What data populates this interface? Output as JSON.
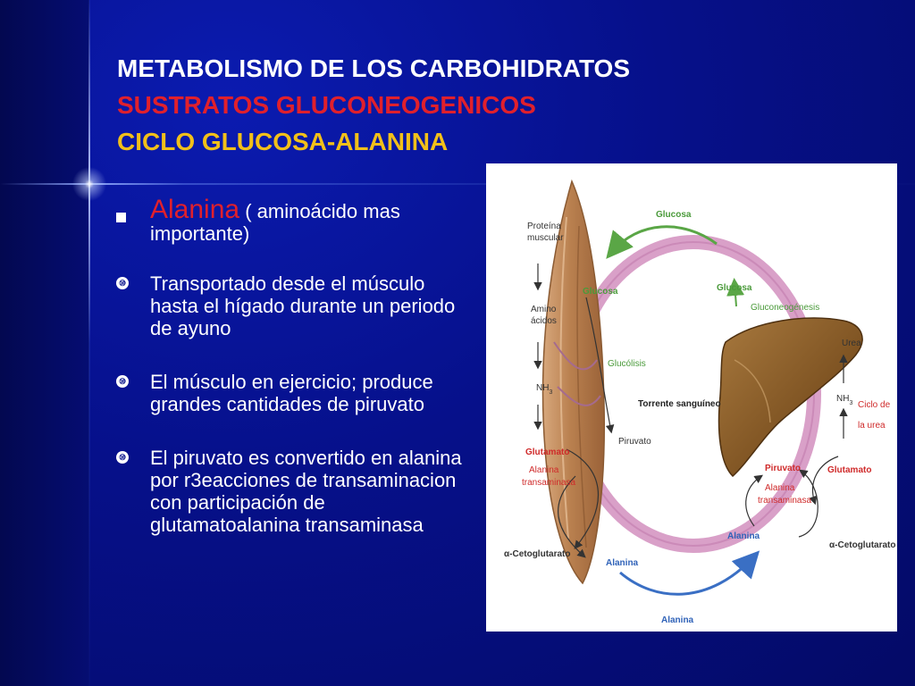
{
  "slide": {
    "title_line1": "METABOLISMO DE LOS CARBOHIDRATOS",
    "title_line2": "SUSTRATOS GLUCONEOGENICOS",
    "title_line3": "CICLO GLUCOSA-ALANINA"
  },
  "bullets": {
    "item1": {
      "keyword": "Alanina",
      "rest": " ( aminoácido mas importante)"
    },
    "item2": "Transportado desde el músculo hasta el hígado durante un periodo de ayuno",
    "item3": "El músculo en ejercicio; produce grandes cantidades de piruvato",
    "item4": "El piruvato es convertido en alanina por r3eacciones de transaminacion con participación de glutamatoalanina transaminasa",
    "icon_glyph": "⑩"
  },
  "diagram": {
    "proteina_1": "Proteína",
    "proteina_2": "muscular",
    "amino_1": "Amino",
    "amino_2": "ácidos",
    "nh3_left": "NH",
    "nh3_right": "NH",
    "glucosa_top": "Glucosa",
    "glucosa_muscle": "Glucosa",
    "glucosa_liver": "Glucosa",
    "gluconeogenesis": "Gluconeogénesis",
    "glucolisis": "Glucólisis",
    "torrente": "Torrente sanguíneo",
    "piruvato_left": "Piruvato",
    "piruvato_right": "Piruvato",
    "glutamato_left": "Glutamato",
    "glutamato_right": "Glutamato",
    "transaminasa_left_1": "Alanina",
    "transaminasa_left_2": "transaminasa",
    "transaminasa_right_1": "Alanina",
    "transaminasa_right_2": "transaminasa",
    "cetoglutarato_left": "α-Cetoglutarato",
    "cetoglutarato_right": "α-Cetoglutarato",
    "alanina_muscle": "Alanina",
    "alanina_liver": "Alanina",
    "alanina_bottom": "Alanina",
    "urea": "Urea",
    "ciclo_1": "Ciclo de",
    "ciclo_2": "la urea"
  },
  "colors": {
    "background": "#06108a",
    "title_white": "#ffffff",
    "title_red": "#e0202c",
    "title_yellow": "#f2c019",
    "green_label": "#4a9a3a",
    "blue_label": "#2f62b8",
    "red_label": "#cf2a2a",
    "vessel_pink": "#d9a0c8"
  }
}
